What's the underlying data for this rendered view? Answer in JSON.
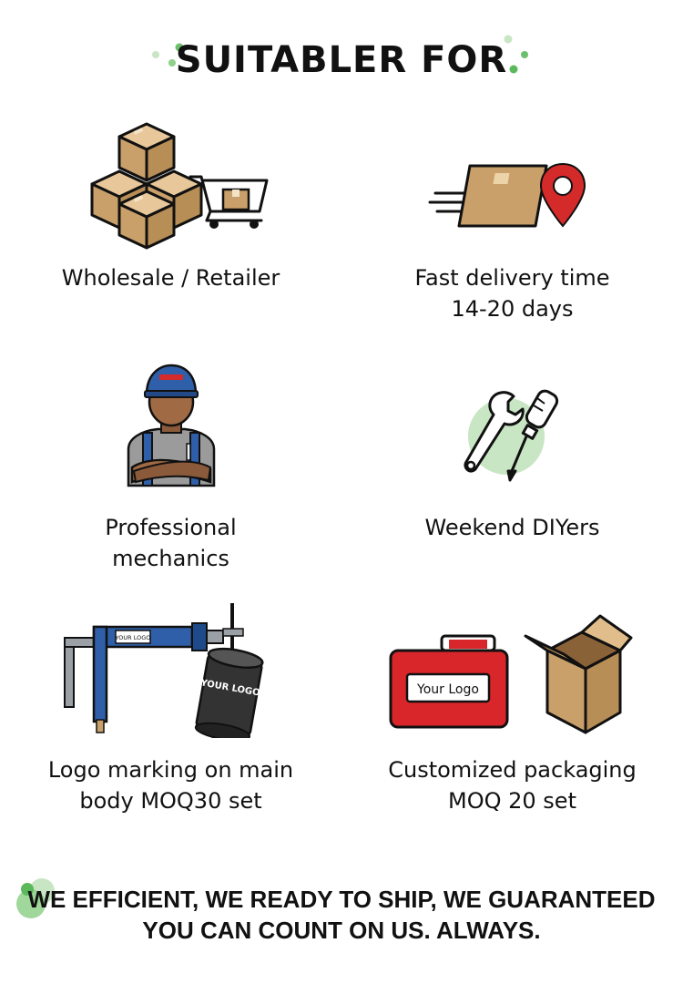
{
  "header": {
    "title": "SUITABLER FOR"
  },
  "items": [
    {
      "label_lines": [
        "Wholesale / Retailer"
      ],
      "icon": "boxes-cart-icon"
    },
    {
      "label_lines": [
        "Fast delivery time",
        "14-20 days"
      ],
      "icon": "delivery-location-icon"
    },
    {
      "label_lines": [
        "Professional",
        "mechanics"
      ],
      "icon": "mechanic-icon"
    },
    {
      "label_lines": [
        "Weekend DIYers"
      ],
      "icon": "tools-icon"
    },
    {
      "label_lines": [
        "Logo marking on main",
        "body MOQ30 set"
      ],
      "icon": "tool-logo-icon",
      "tool_logo_text": "YOUR LOGO",
      "drum_logo_text": "YOUR LOGO"
    },
    {
      "label_lines": [
        "Customized packaging",
        "MOQ 20 set"
      ],
      "icon": "packaging-icon",
      "case_logo_text": "Your Logo"
    }
  ],
  "footer": {
    "line1": "WE EFFICIENT, WE READY TO SHIP, WE GUARANTEED",
    "line2": "YOU CAN COUNT ON US. ALWAYS."
  },
  "colors": {
    "accent_green": "#6cbf6c",
    "light_green": "#c8e6c4",
    "box_brown": "#c9a06a",
    "pin_red": "#d42a2a",
    "tool_blue": "#2f5fa8",
    "case_red": "#d9262b"
  }
}
